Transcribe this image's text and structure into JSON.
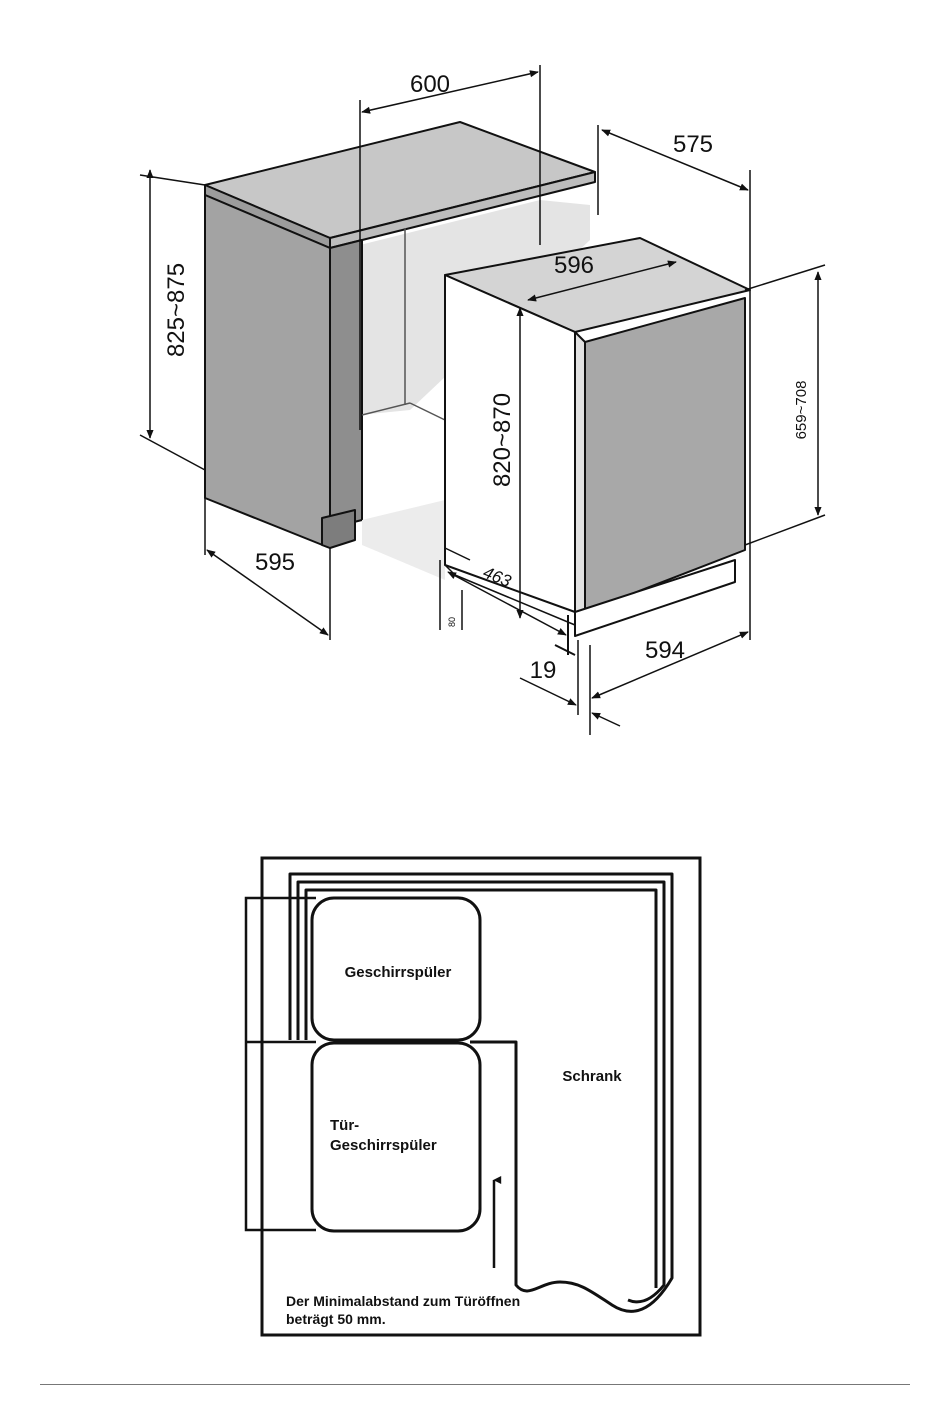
{
  "installation_diagram": {
    "dimensions": {
      "cabinet_width": "600",
      "cabinet_depth": "575",
      "cabinet_height": "825~875",
      "cabinet_side_depth": "595",
      "appliance_width": "596",
      "appliance_height": "820~870",
      "door_panel_height": "659~708",
      "plinth_depth": "463",
      "plinth_height": "80",
      "door_thickness": "19",
      "appliance_front_width": "594"
    }
  },
  "floor_plan": {
    "dishwasher_label": "Geschirrspüler",
    "door_label_line1": "Tür-",
    "door_label_line2": "Geschirrspüler",
    "cabinet_label": "Schrank",
    "note_line1": "Der Minimalabstand zum Türöffnen",
    "note_line2": "beträgt 50 mm."
  }
}
